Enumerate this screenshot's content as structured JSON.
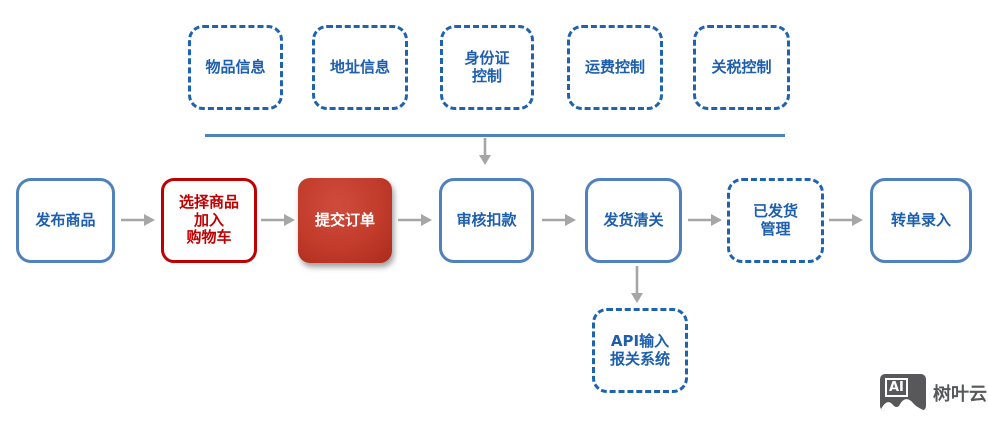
{
  "diagram": {
    "top_features": [
      {
        "label": "物品信息"
      },
      {
        "label": "地址信息"
      },
      {
        "label": "身份证\n控制"
      },
      {
        "label": "运费控制"
      },
      {
        "label": "关税控制"
      }
    ],
    "flow_nodes": [
      {
        "label": "发布商品",
        "style": "solid-blue"
      },
      {
        "label": "选择商品\n加入\n购物车",
        "style": "red-outline"
      },
      {
        "label": "提交订单",
        "style": "red-filled"
      },
      {
        "label": "审核扣款",
        "style": "solid-blue"
      },
      {
        "label": "发货清关",
        "style": "solid-blue"
      },
      {
        "label": "已发货\n管理",
        "style": "dashed-blue"
      },
      {
        "label": "转单录入",
        "style": "solid-blue"
      }
    ],
    "api_node": {
      "label": "API输入\n报关系统",
      "style": "dashed-blue"
    }
  },
  "logo": {
    "icon_text": "AI",
    "brand": "树叶云"
  },
  "colors": {
    "blue_solid_border": "#4f81bd",
    "blue_dashed_border": "#1e63b0",
    "blue_text": "#1d5fae",
    "red_outline": "#c00000",
    "red_fill": "#c23b2b",
    "arrow_gray": "#a6a6a6",
    "logo_gray": "#58585a"
  }
}
